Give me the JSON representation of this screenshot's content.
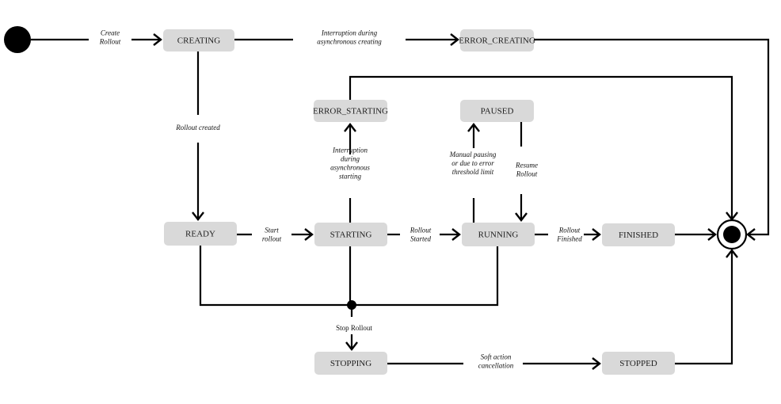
{
  "diagram": {
    "states": {
      "creating": "CREATING",
      "error_creating": "ERROR_CREATING",
      "error_starting": "ERROR_STARTING",
      "paused": "PAUSED",
      "ready": "READY",
      "starting": "STARTING",
      "running": "RUNNING",
      "finished": "FINISHED",
      "stopping": "STOPPING",
      "stopped": "STOPPED"
    },
    "transitions": {
      "create_rollout": [
        "Create",
        "Rollout"
      ],
      "interruption_creating": [
        "Interruption during",
        "asynchronous creating"
      ],
      "rollout_created": [
        "Rollout created"
      ],
      "interruption_starting": [
        "Interruption",
        "during",
        "asynchronous",
        "starting"
      ],
      "manual_pausing": [
        "Manual pausing",
        "or due to error",
        "threshold limit"
      ],
      "resume_rollout": [
        "Resume",
        "Rollout"
      ],
      "start_rollout": [
        "Start",
        "rollout"
      ],
      "rollout_started": [
        "Rollout",
        "Started"
      ],
      "rollout_finished": [
        "Rollout",
        "Finished"
      ],
      "stop_rollout": [
        "Stop Rollout"
      ],
      "soft_action_cancellation": [
        "Soft action",
        "cancellation"
      ]
    },
    "colors": {
      "state_fill": "#d9d9d9",
      "line": "#000000"
    }
  }
}
